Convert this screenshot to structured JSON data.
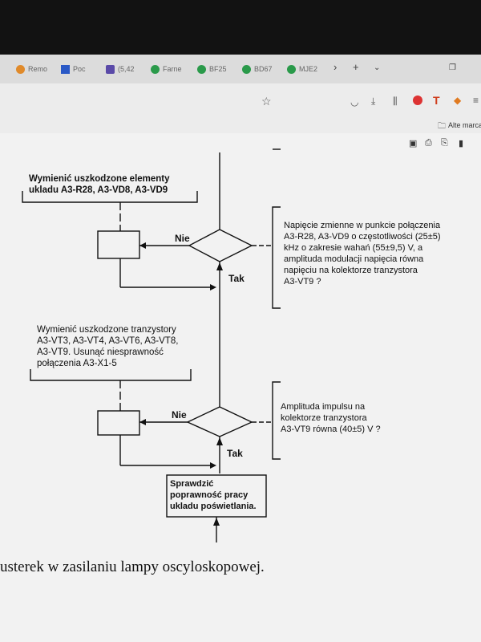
{
  "browser": {
    "tabs": [
      {
        "label": "Remo",
        "color": "#e08a2a"
      },
      {
        "label": "Poc",
        "color": "#2a59c6"
      },
      {
        "label": "(5,42",
        "color": "#5a4aa8"
      },
      {
        "label": "Farne",
        "color": "#2a9a4a"
      },
      {
        "label": "BF25",
        "color": "#2a9a4a"
      },
      {
        "label": "BD67",
        "color": "#2a9a4a"
      },
      {
        "label": "MJE2",
        "color": "#2a9a4a"
      }
    ],
    "bookmarks_label": "Alte marca"
  },
  "flowchart": {
    "box1_text": "Wymienić uszkodzone elementy\nukladu A3-R28, A3-VD8, A3-VD9",
    "question1_text": "Napięcie zmienne w punkcie połączenia\nA3-R28, A3-VD9 o częstotliwości (25±5)\nkHz o zakresie wahań (55±9,5) V, a\namplituda modulacji napięcia równa\nnapięciu na kolektorze tranzystora\nA3-VT9 ?",
    "box2_text": "Wymienić uszkodzone tranzystory\nA3-VT3, A3-VT4, A3-VT6, A3-VT8,\nA3-VT9. Usunąć niesprawność\npołączenia A3-X1-5",
    "question2_text": "Amplituda impulsu na\nkolektorze tranzystora\nA3-VT9 równa (40±5) V ?",
    "final_box_text": "Sprawdzić\npoprawność pracy\nukladu poświetlania.",
    "no_label_1": "Nie",
    "yes_label_1": "Tak",
    "no_label_2": "Nie",
    "yes_label_2": "Tak"
  },
  "caption": "usterek w zasilaniu lampy oscyloskopowej."
}
